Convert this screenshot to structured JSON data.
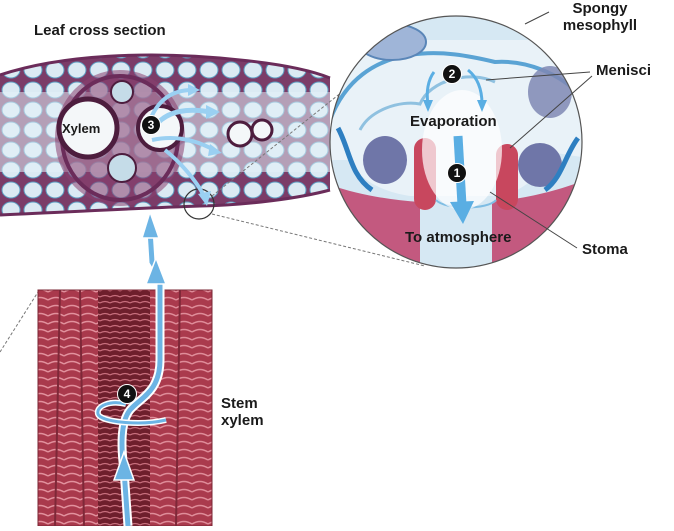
{
  "labels": {
    "leaf_cross_section": "Leaf cross section",
    "xylem": "Xylem",
    "spongy": "Spongy",
    "mesophyll": "mesophyll",
    "menisci": "Menisci",
    "evaporation": "Evaporation",
    "to_atmosphere": "To atmosphere",
    "stoma": "Stoma",
    "stem": "Stem",
    "xylem_stem": "xylem"
  },
  "steps": {
    "s1": "1",
    "s2": "2",
    "s3": "3",
    "s4": "4"
  },
  "colors": {
    "leaf_tissue": "#7a2f5f",
    "leaf_cells": "#dfeef6",
    "water_arrow": "#6cb4e4",
    "stem_xylem": "#c0505f",
    "inset_background": "#cfe3f0",
    "guard_cell": "#c0406a"
  }
}
